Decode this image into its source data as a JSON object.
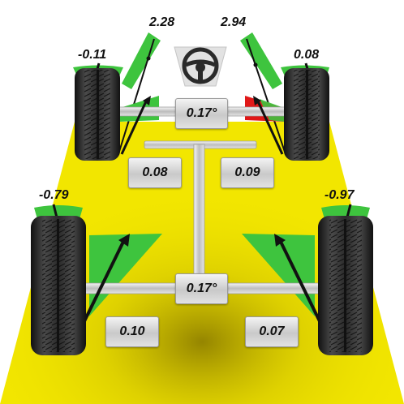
{
  "colors": {
    "road": "#f2e600",
    "ok": "#3ec43e",
    "warn": "#e01818",
    "shaft": "#d8d8d8",
    "tire": "#222222"
  },
  "front": {
    "left_camber": "-0.11",
    "right_camber": "0.08",
    "left_caster": "2.28",
    "right_caster": "2.94",
    "total_toe": "0.17°",
    "left_toe": "0.08",
    "right_toe": "0.09"
  },
  "rear": {
    "left_camber": "-0.79",
    "right_camber": "-0.97",
    "total_toe": "0.17°",
    "left_toe": "0.10",
    "right_toe": "0.07"
  },
  "icons": [
    "steering-wheel-icon"
  ]
}
